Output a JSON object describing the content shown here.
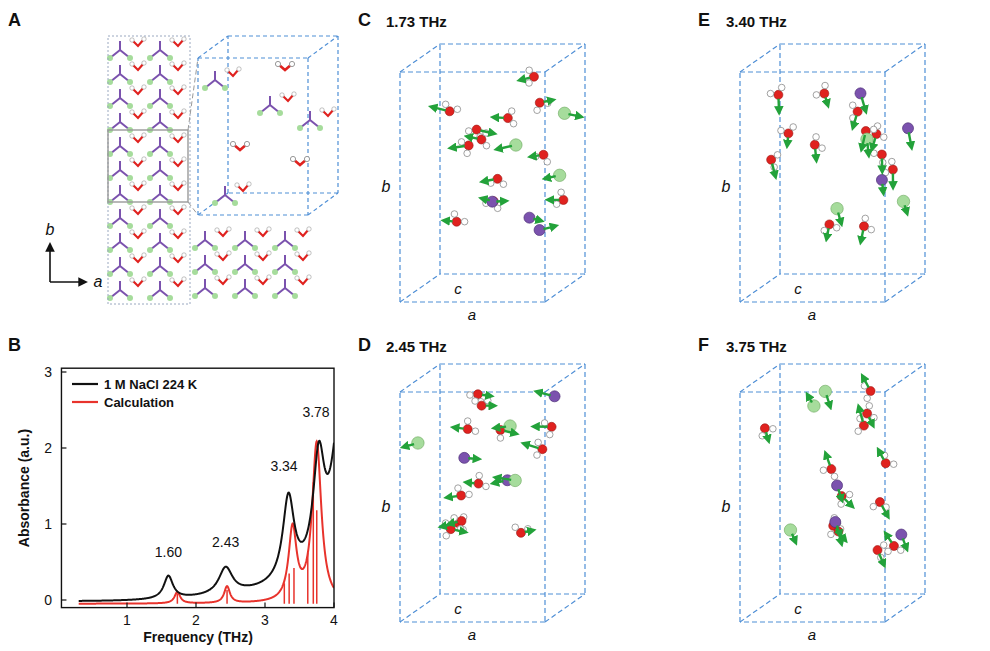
{
  "diagram": {
    "labels": [
      "A",
      "b",
      "a",
      "B",
      "0",
      "1",
      "2",
      "3",
      "1",
      "2",
      "3",
      "4",
      "Absorbance (a.u.)",
      "Frequency (THz)",
      "1.60",
      "2.43",
      "3.34",
      "3.78",
      "C",
      "1.73 THz",
      "b",
      "c",
      "a",
      "D",
      "2.45 THz",
      "b",
      "c",
      "a",
      "E",
      "3.40 THz",
      "b",
      "c",
      "a",
      "F",
      "3.75 THz",
      "b",
      "c",
      "a"
    ],
    "legend": [
      {
        "text": "1 M NaCl 224 K"
      },
      {
        "text": "Calculation"
      }
    ]
  }
}
